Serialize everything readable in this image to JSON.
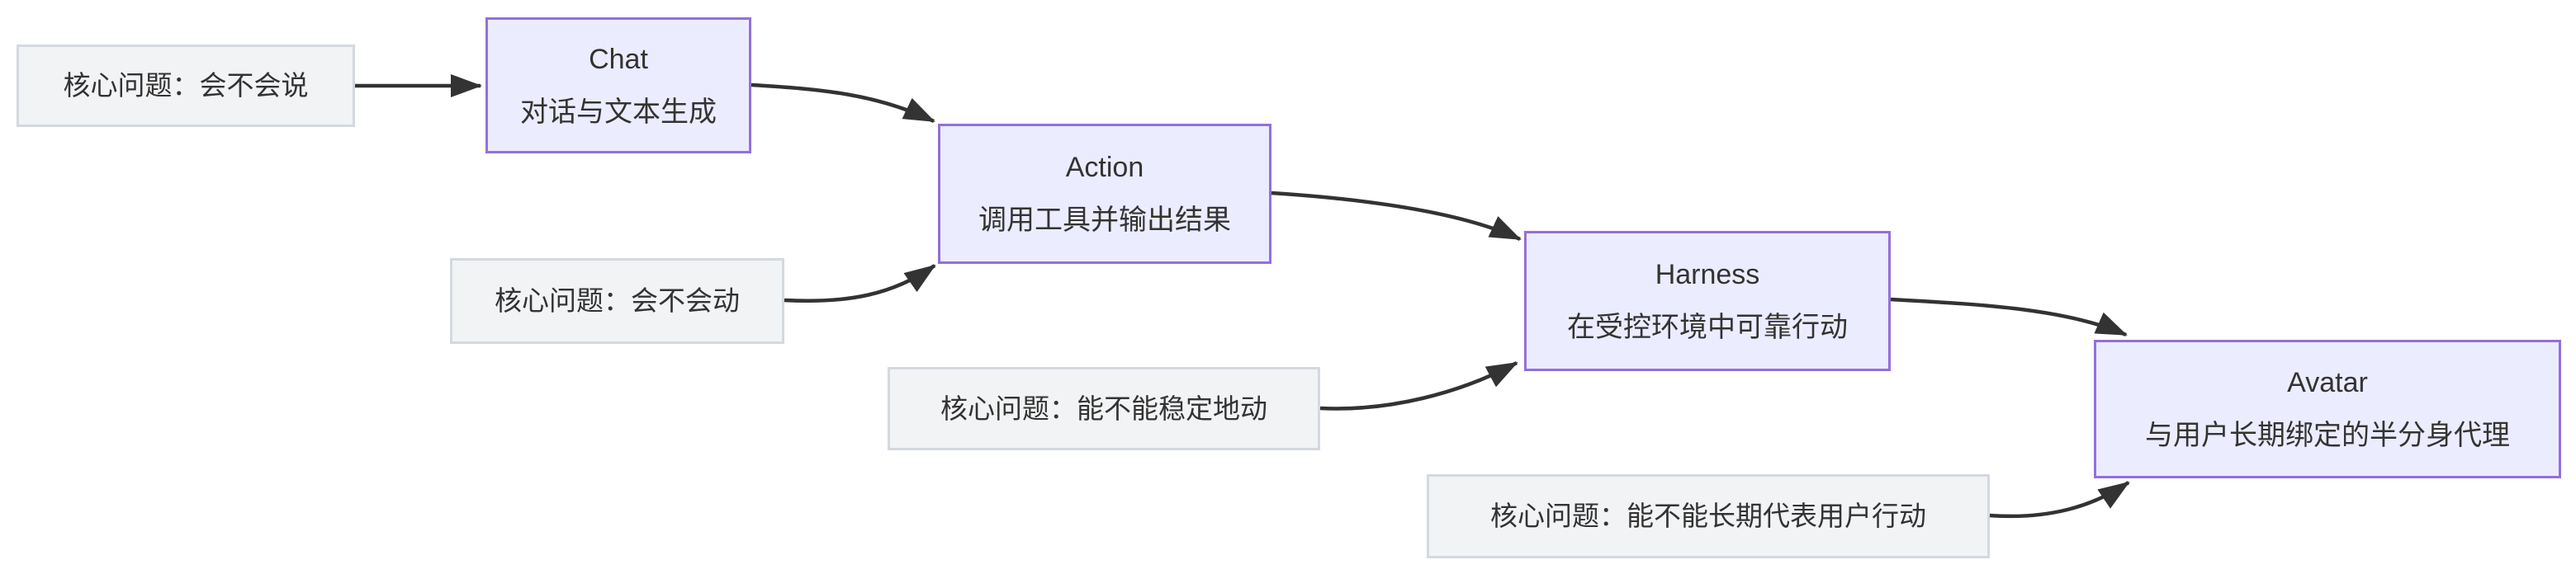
{
  "diagram": {
    "kind": "flowchart-left-to-right",
    "background": "#ffffff",
    "colors": {
      "stage_fill": "#ECECFF",
      "stage_border": "#9370DB",
      "question_fill": "#f2f3f5",
      "question_border": "#d3d9e0",
      "text": "#333333",
      "edge": "#333333"
    },
    "stages": {
      "chat": {
        "title": "Chat",
        "subtitle": "对话与文本生成"
      },
      "action": {
        "title": "Action",
        "subtitle": "调用工具并输出结果"
      },
      "harness": {
        "title": "Harness",
        "subtitle": "在受控环境中可靠行动"
      },
      "avatar": {
        "title": "Avatar",
        "subtitle": "与用户长期绑定的半分身代理"
      }
    },
    "questions": {
      "q_chat": {
        "label": "核心问题：会不会说"
      },
      "q_action": {
        "label": "核心问题：会不会动"
      },
      "q_harness": {
        "label": "核心问题：能不能稳定地动"
      },
      "q_avatar": {
        "label": "核心问题：能不能长期代表用户行动"
      }
    },
    "edges": [
      {
        "from": "q_chat",
        "to": "chat"
      },
      {
        "from": "chat",
        "to": "action"
      },
      {
        "from": "q_action",
        "to": "action"
      },
      {
        "from": "action",
        "to": "harness"
      },
      {
        "from": "q_harness",
        "to": "harness"
      },
      {
        "from": "harness",
        "to": "avatar"
      },
      {
        "from": "q_avatar",
        "to": "avatar"
      }
    ]
  }
}
